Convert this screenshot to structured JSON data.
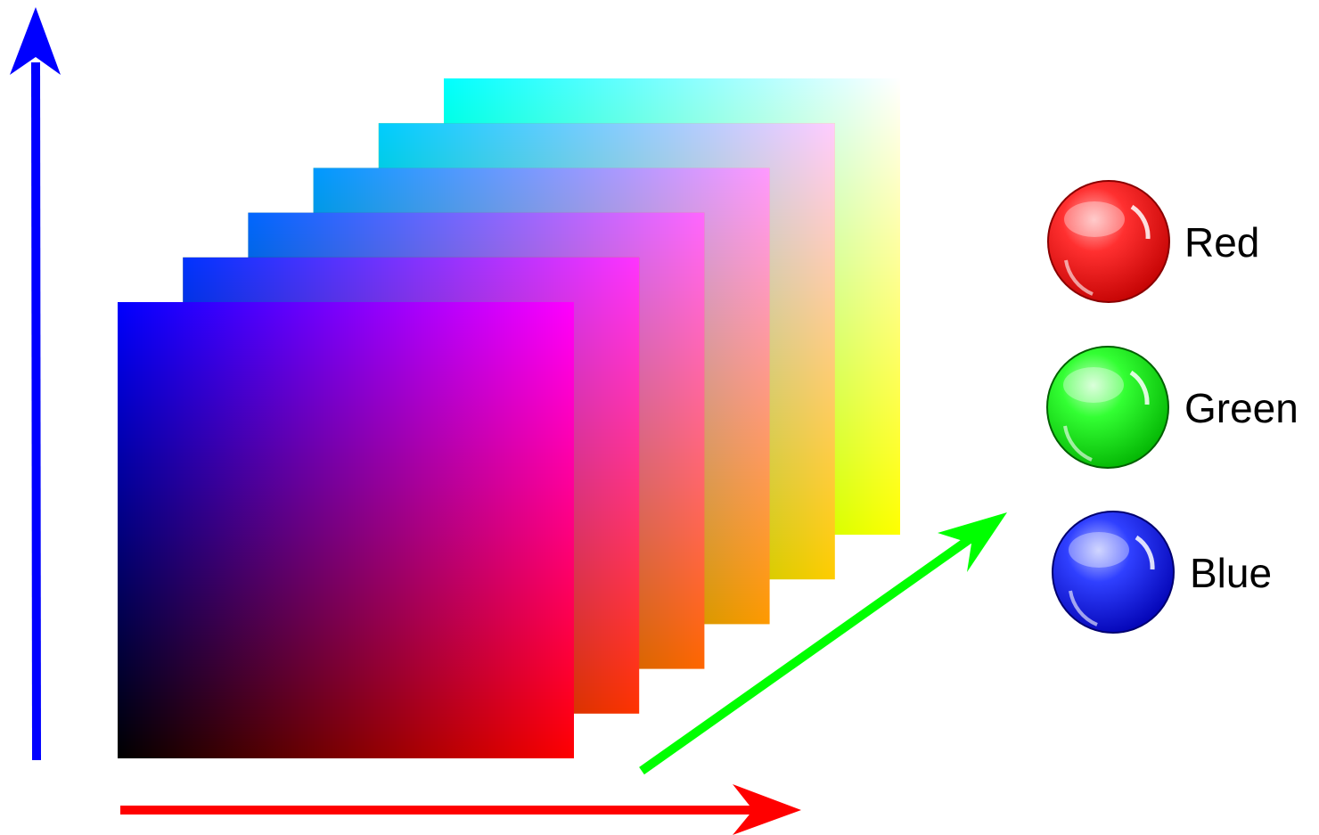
{
  "legend": {
    "items": [
      {
        "label": "Red",
        "color": "#ff0000",
        "icon": "red-sphere-icon"
      },
      {
        "label": "Green",
        "color": "#00ff00",
        "icon": "green-sphere-icon"
      },
      {
        "label": "Blue",
        "color": "#0000ff",
        "icon": "blue-sphere-icon"
      }
    ]
  },
  "axes": {
    "red": {
      "color": "#ff0000",
      "direction": "right"
    },
    "green": {
      "color": "#00ff00",
      "direction": "depth"
    },
    "blue": {
      "color": "#0000ff",
      "direction": "up"
    }
  },
  "cube": {
    "slices": [
      {
        "green_level": 0.0
      },
      {
        "green_level": 0.2
      },
      {
        "green_level": 0.4
      },
      {
        "green_level": 0.6
      },
      {
        "green_level": 0.8
      },
      {
        "green_level": 1.0
      }
    ]
  }
}
